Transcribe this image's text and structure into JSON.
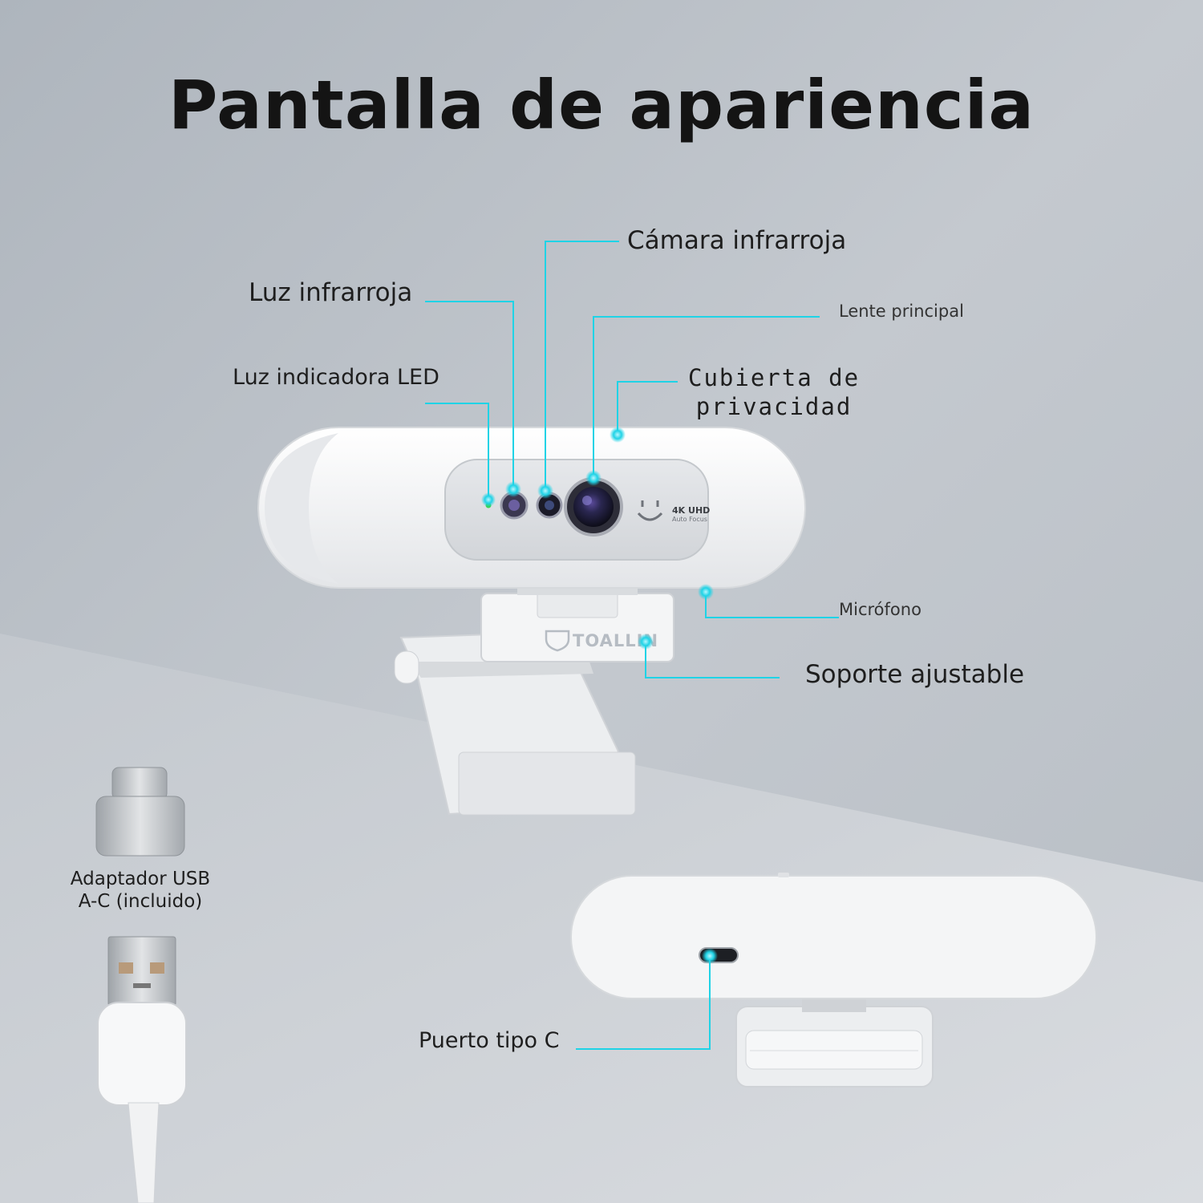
{
  "title": "Pantalla de apariencia",
  "brand": "TOALLIN",
  "badge": {
    "line1": "4K UHD",
    "line2": "Auto Focus"
  },
  "colors": {
    "accent": "#1fd3e6",
    "title": "#141414",
    "device": "#f2f3f4"
  },
  "callouts": {
    "ir_camera": "Cámara infrarroja",
    "ir_light": "Luz infrarroja",
    "main_lens": "Lente principal",
    "led": "Luz indicadora LED",
    "privacy_cover_line1": "Cubierta de",
    "privacy_cover_line2": "privacidad",
    "microphone": "Micrófono",
    "stand": "Soporte ajustable",
    "usb_port": "Puerto tipo C"
  },
  "accessories": {
    "adapter_line1": "Adaptador USB",
    "adapter_line2": "A-C (incluido)"
  }
}
